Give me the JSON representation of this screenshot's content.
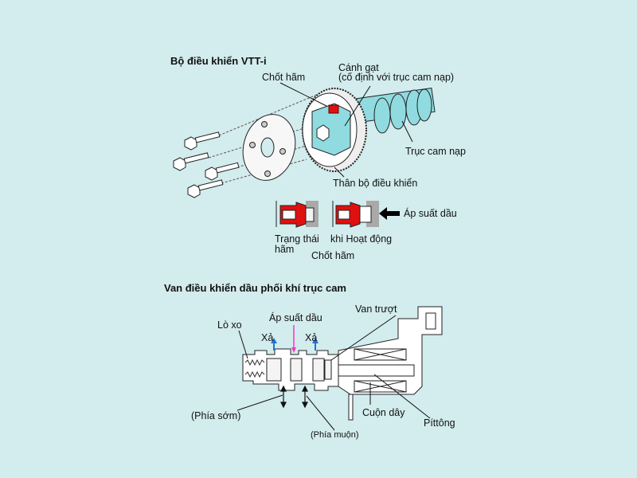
{
  "vvti_section": {
    "title": "Bộ điều khiển VTT-i",
    "labels": {
      "lock_pin": "Chốt hãm",
      "vane_line1": "Cánh gạt",
      "vane_line2": "(cố định với trục cam nạp)",
      "intake_camshaft": "Trục cam nạp",
      "controller_body": "Thân bộ điều khiển",
      "oil_pressure": "Áp suất dầu",
      "locked_state_line1": "Trạng thái",
      "locked_state_line2": "hãm",
      "operating_state": "khi Hoạt động",
      "lock_pin_caption": "Chốt hãm"
    }
  },
  "ocv_section": {
    "title": "Van điều khiển dầu phối khí trục cam",
    "labels": {
      "spring": "Lò xo",
      "drain_left": "Xả",
      "drain_right": "Xả",
      "oil_pressure": "Áp suất dầu",
      "spool_valve": "Van trượt",
      "advance_side": "(Phía sớm)",
      "retard_side": "(Phía muộn)",
      "coil": "Cuộn dây",
      "plunger": "Píttông"
    }
  },
  "colors": {
    "background": "#d3ecee",
    "part_cyan": "#8fdbe0",
    "lock_pin_red": "#e01010",
    "drain_arrow_blue": "#1e73d8",
    "oil_arrow_magenta": "#ff33cc",
    "housing_grey": "#a9a9a9"
  }
}
